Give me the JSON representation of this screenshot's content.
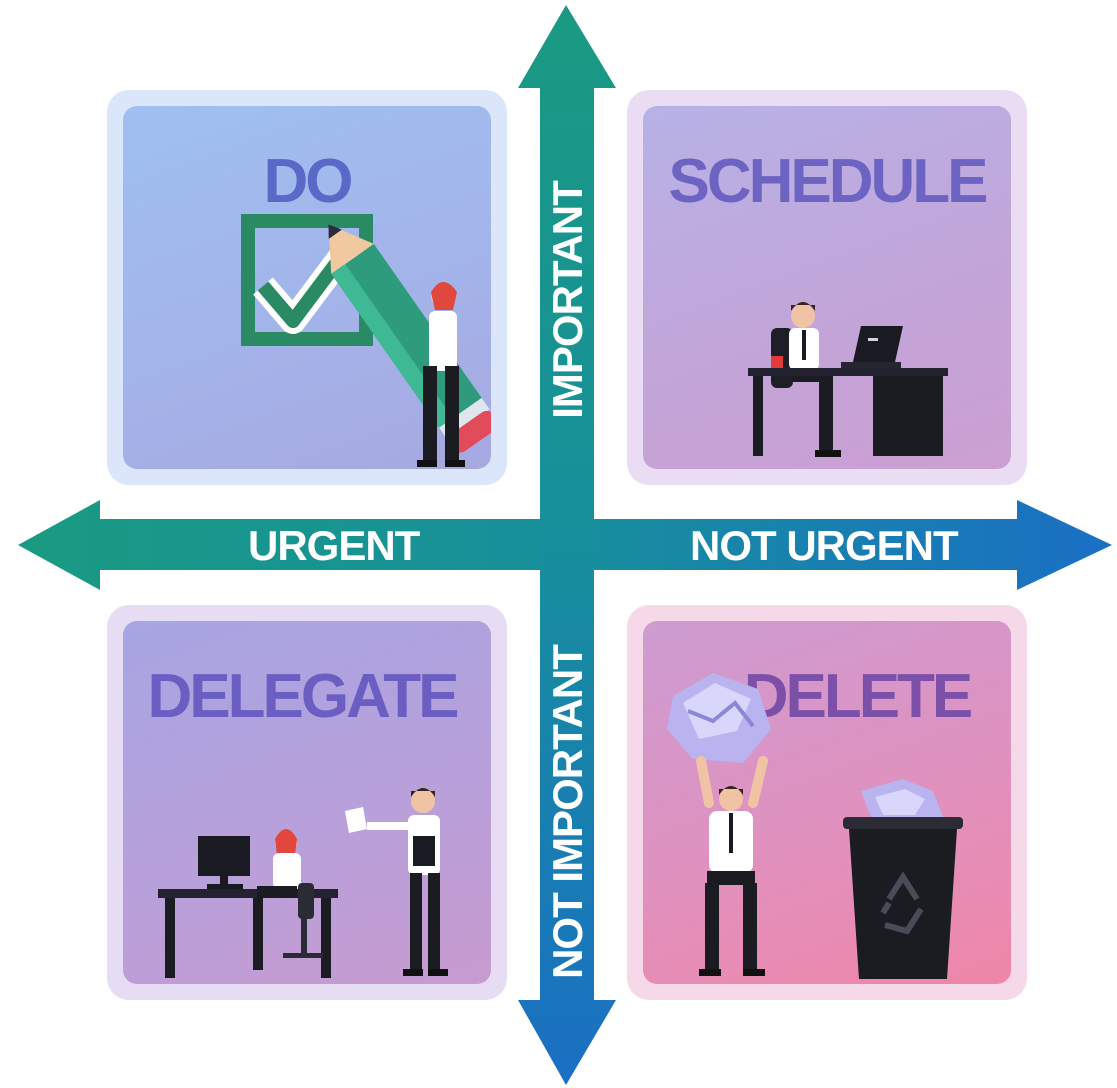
{
  "quadrants": {
    "do": {
      "title": "DO"
    },
    "schedule": {
      "title": "SCHEDULE"
    },
    "delegate": {
      "title": "DELEGATE"
    },
    "delete": {
      "title": "DELETE"
    }
  },
  "axes": {
    "horizontal_left": "URGENT",
    "horizontal_right": "NOT URGENT",
    "vertical_top": "IMPORTANT",
    "vertical_bottom": "NOT IMPORTANT"
  },
  "colors": {
    "arrow_teal": "#1a9a82",
    "arrow_blue": "#1a6fc4",
    "title_blue": "#5a68c8",
    "delete_panel_pink": "#ef86a8"
  },
  "icons": [
    "checkbox-check-icon",
    "pencil-icon",
    "laptop-icon",
    "desk-icon",
    "monitor-icon",
    "paper-icon",
    "trash-bin-icon",
    "recycle-icon"
  ]
}
